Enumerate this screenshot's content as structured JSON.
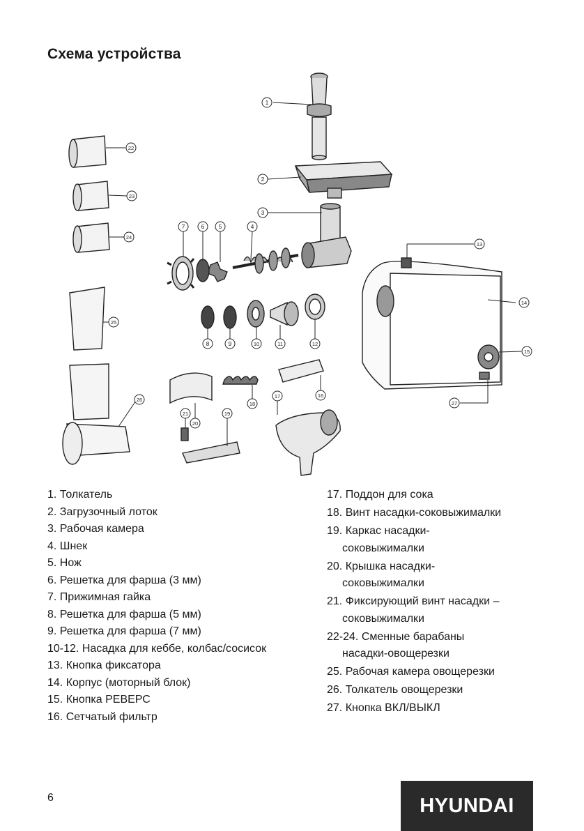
{
  "page": {
    "title": "Схема устройства",
    "page_number": "6",
    "brand": "HYUNDAI"
  },
  "callouts": [
    "1",
    "2",
    "3",
    "4",
    "5",
    "6",
    "7",
    "8",
    "9",
    "10",
    "11",
    "12",
    "13",
    "14",
    "15",
    "16",
    "17",
    "18",
    "19",
    "20",
    "21",
    "22",
    "23",
    "24",
    "25",
    "26",
    "27"
  ],
  "parts_left": [
    "1. Толкатель",
    "2. Загрузочный лоток",
    "3. Рабочая камера",
    "4. Шнек",
    "5. Нож",
    "6. Решетка для фарша (3 мм)",
    "7. Прижимная гайка",
    "8. Решетка для фарша (5 мм)",
    "9. Решетка для фарша (7 мм)",
    "10-12. Насадка для кеббе, колбас/сосисок",
    "13. Кнопка фиксатора",
    "14. Корпус (моторный блок)",
    "15. Кнопка РЕВЕРС",
    "16. Сетчатый фильтр"
  ],
  "parts_right": [
    {
      "line1": "17. Поддон для сока",
      "line2": ""
    },
    {
      "line1": "18. Винт насадки-соковыжималки",
      "line2": ""
    },
    {
      "line1": "19. Каркас насадки-",
      "line2": "соковыжималки"
    },
    {
      "line1": "20. Крышка насадки-",
      "line2": "соковыжималки"
    },
    {
      "line1": "21. Фиксирующий винт насадки –",
      "line2": "соковыжималки"
    },
    {
      "line1": "22-24. Сменные барабаны",
      "line2": "насадки-овощерезки"
    },
    {
      "line1": "25. Рабочая камера овощерезки",
      "line2": ""
    },
    {
      "line1": "26. Толкатель овощерезки",
      "line2": ""
    },
    {
      "line1": "27. Кнопка ВКЛ/ВЫКЛ",
      "line2": ""
    }
  ]
}
